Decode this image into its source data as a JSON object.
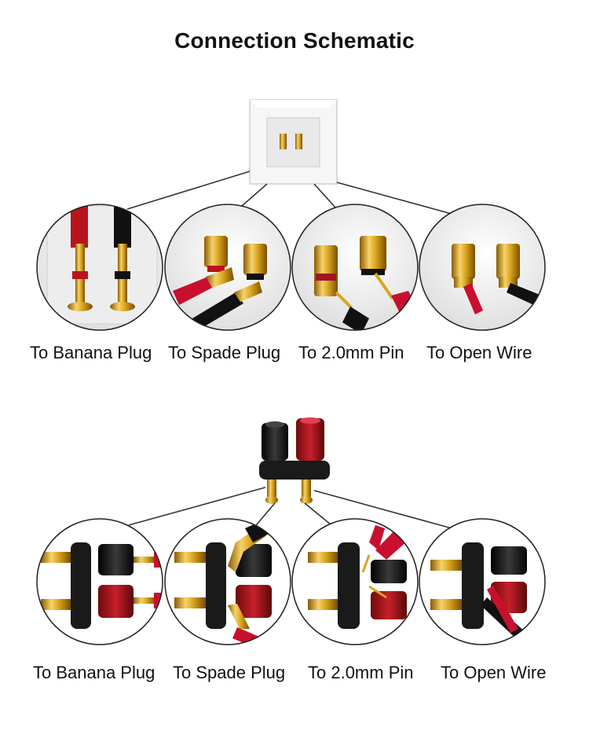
{
  "title": "Connection Schematic",
  "wall_plate_section": {
    "captions": [
      "To Banana Plug",
      "To Spade Plug",
      "To 2.0mm Pin",
      "To Open Wire"
    ]
  },
  "binding_post_section": {
    "captions": [
      "To Banana Plug",
      "To Spade Plug",
      "To 2.0mm Pin",
      "To Open Wire"
    ]
  },
  "colors": {
    "gold": "#d9a520",
    "red": "#c8102e",
    "black": "#151515",
    "plate": "#f3f3f3"
  }
}
